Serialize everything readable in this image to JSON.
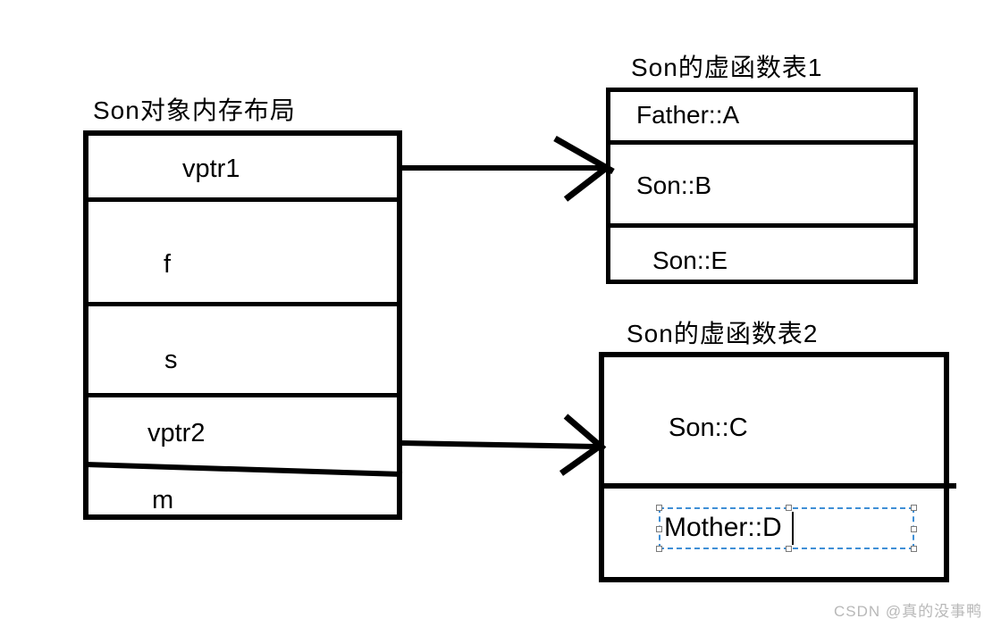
{
  "memory_box": {
    "title": "Son对象内存布局",
    "rows": [
      "vptr1",
      "f",
      "s",
      "vptr2",
      "m"
    ]
  },
  "vtable1": {
    "title": "Son的虚函数表1",
    "rows": [
      "Father::A",
      "Son::B",
      "Son::E"
    ]
  },
  "vtable2": {
    "title": "Son的虚函数表2",
    "rows": [
      "Son::C",
      "Mother::D"
    ]
  },
  "selection": {
    "text": "Mother::D",
    "border_color": "#3f8fd6",
    "handle_count": 8
  },
  "arrows": [
    {
      "name": "vptr1-to-vtable1"
    },
    {
      "name": "vptr2-to-vtable2"
    }
  ],
  "watermark": {
    "text": "CSDN @真的没事鸭",
    "color": "#b8b8b8"
  },
  "colors": {
    "line": "#000000",
    "background": "#ffffff"
  }
}
